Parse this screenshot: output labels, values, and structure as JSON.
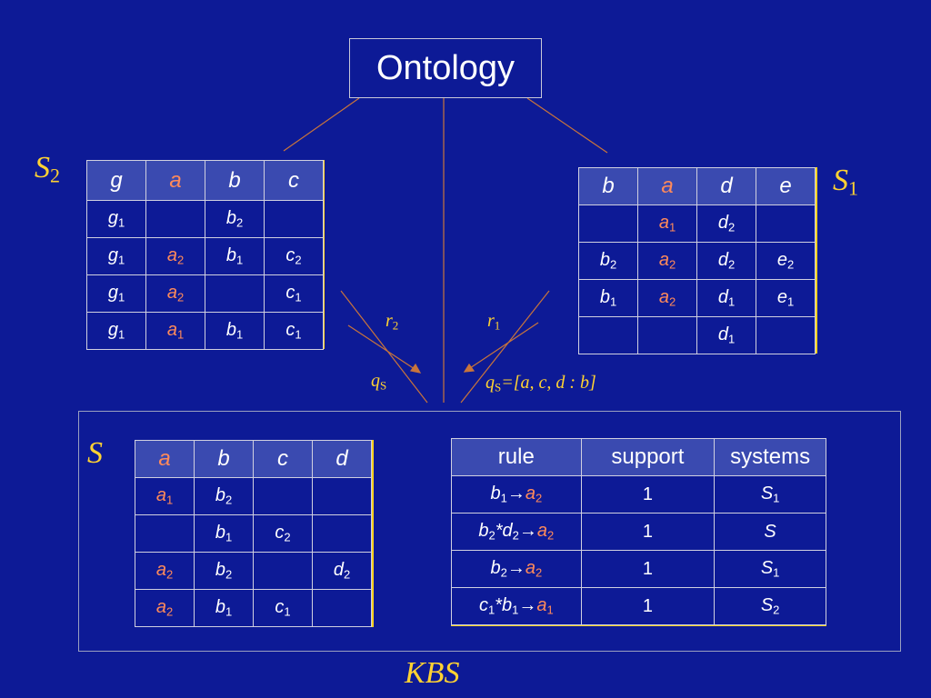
{
  "ontology": {
    "title": "Ontology"
  },
  "labels": {
    "s2": "S",
    "s2_sub": "2",
    "s1": "S",
    "s1_sub": "1",
    "s": "S",
    "kbs": "KBS",
    "r2": "r",
    "r2_sub": "2",
    "r1": "r",
    "r1_sub": "1",
    "qs_left": "q",
    "qs_left_sub": "S",
    "qs_right": "q",
    "qs_right_sub": "S",
    "qs_right_rest": "=[a, c, d : b]"
  },
  "table_s2": {
    "headers": [
      {
        "text": "g",
        "orange": false
      },
      {
        "text": "a",
        "orange": true
      },
      {
        "text": "b",
        "orange": false
      },
      {
        "text": "c",
        "orange": false
      }
    ],
    "rows": [
      [
        [
          "g",
          "1"
        ],
        [
          "",
          ""
        ],
        [
          "b",
          "2"
        ],
        [
          "",
          ""
        ]
      ],
      [
        [
          "g",
          "1"
        ],
        [
          "a",
          "2"
        ],
        [
          "b",
          "1"
        ],
        [
          "c",
          "2"
        ]
      ],
      [
        [
          "g",
          "1"
        ],
        [
          "a",
          "2"
        ],
        [
          "",
          ""
        ],
        [
          "c",
          "1"
        ]
      ],
      [
        [
          "g",
          "1"
        ],
        [
          "a",
          "1"
        ],
        [
          "b",
          "1"
        ],
        [
          "c",
          "1"
        ]
      ]
    ]
  },
  "table_s1": {
    "headers": [
      {
        "text": "b",
        "orange": false
      },
      {
        "text": "a",
        "orange": true
      },
      {
        "text": "d",
        "orange": false
      },
      {
        "text": "e",
        "orange": false
      }
    ],
    "rows": [
      [
        [
          "",
          ""
        ],
        [
          "a",
          "1"
        ],
        [
          "d",
          "2"
        ],
        [
          "",
          ""
        ]
      ],
      [
        [
          "b",
          "2"
        ],
        [
          "a",
          "2"
        ],
        [
          "d",
          "2"
        ],
        [
          "e",
          "2"
        ]
      ],
      [
        [
          "b",
          "1"
        ],
        [
          "a",
          "2"
        ],
        [
          "d",
          "1"
        ],
        [
          "e",
          "1"
        ]
      ],
      [
        [
          "",
          ""
        ],
        [
          "",
          ""
        ],
        [
          "d",
          "1"
        ],
        [
          "",
          ""
        ]
      ]
    ]
  },
  "table_s": {
    "headers": [
      {
        "text": "a",
        "orange": true
      },
      {
        "text": "b",
        "orange": false
      },
      {
        "text": "c",
        "orange": false
      },
      {
        "text": "d",
        "orange": false
      }
    ],
    "rows": [
      [
        [
          "a",
          "1"
        ],
        [
          "b",
          "2"
        ],
        [
          "",
          ""
        ],
        [
          "",
          ""
        ]
      ],
      [
        [
          "",
          ""
        ],
        [
          "b",
          "1"
        ],
        [
          "c",
          "2"
        ],
        [
          "",
          ""
        ]
      ],
      [
        [
          "a",
          "2"
        ],
        [
          "b",
          "2"
        ],
        [
          "",
          ""
        ],
        [
          "d",
          "2"
        ]
      ],
      [
        [
          "a",
          "2"
        ],
        [
          "b",
          "1"
        ],
        [
          "c",
          "1"
        ],
        [
          "",
          ""
        ]
      ]
    ]
  },
  "table_rules": {
    "headers": [
      "rule",
      "support",
      "systems"
    ],
    "rows": [
      {
        "rule": [
          [
            "b",
            "1",
            false
          ],
          [
            "→",
            "",
            false
          ],
          [
            "a",
            "2",
            true
          ]
        ],
        "support": "1",
        "system": [
          "S",
          "1"
        ]
      },
      {
        "rule": [
          [
            "b",
            "2",
            false
          ],
          [
            "*",
            "",
            false
          ],
          [
            "d",
            "2",
            false
          ],
          [
            "→",
            "",
            false
          ],
          [
            "a",
            "2",
            true
          ]
        ],
        "support": "1",
        "system": [
          "S",
          ""
        ]
      },
      {
        "rule": [
          [
            "b",
            "2",
            false
          ],
          [
            "→",
            "",
            false
          ],
          [
            "a",
            "2",
            true
          ]
        ],
        "support": "1",
        "system": [
          "S",
          "1"
        ]
      },
      {
        "rule": [
          [
            "c",
            "1",
            false
          ],
          [
            "*",
            "",
            false
          ],
          [
            "b",
            "1",
            false
          ],
          [
            "→",
            "",
            false
          ],
          [
            "a",
            "1",
            true
          ]
        ],
        "support": "1",
        "system": [
          "S",
          "2"
        ]
      }
    ]
  }
}
